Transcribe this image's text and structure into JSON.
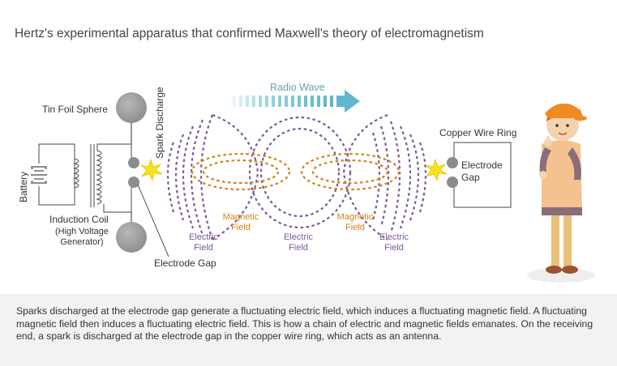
{
  "title": "Hertz's experimental apparatus that confirmed Maxwell's theory of electromagnetism",
  "labels": {
    "tin_foil_sphere": "Tin Foil Sphere",
    "spark_discharge": "Spark Discharge",
    "battery": "Battery",
    "induction_coil": "Induction Coil",
    "high_voltage_1": "(High Voltage",
    "high_voltage_2": "Generator)",
    "electrode_gap_left": "Electrode Gap",
    "radio_wave": "Radio Wave",
    "magnetic_field_1a": "Magnetic",
    "magnetic_field_1b": "Field",
    "magnetic_field_2a": "Magnetic",
    "magnetic_field_2b": "Field",
    "electric_field_1a": "Electric",
    "electric_field_1b": "Field",
    "electric_field_2a": "Electric",
    "electric_field_2b": "Field",
    "electric_field_3a": "Electric",
    "electric_field_3b": "Field",
    "copper_wire_ring": "Copper Wire Ring",
    "electrode_gap_right_1": "Electrode",
    "electrode_gap_right_2": "Gap"
  },
  "description": "Sparks discharged at the electrode gap generate a fluctuating electric field, which induces a fluctuating magnetic field. A fluctuating magnetic field then induces a fluctuating electric field. This is how a chain of electric and magnetic fields emanates. On the receiving end, a spark is discharged at the electrode gap in the copper wire ring, which acts as an antenna.",
  "colors": {
    "electric_field": "#7a5a9c",
    "magnetic_field": "#d77f1c",
    "radio_wave_arrow": "#5fb8cf",
    "sphere": "#9a9a9a",
    "spark": "#f7e21b"
  }
}
